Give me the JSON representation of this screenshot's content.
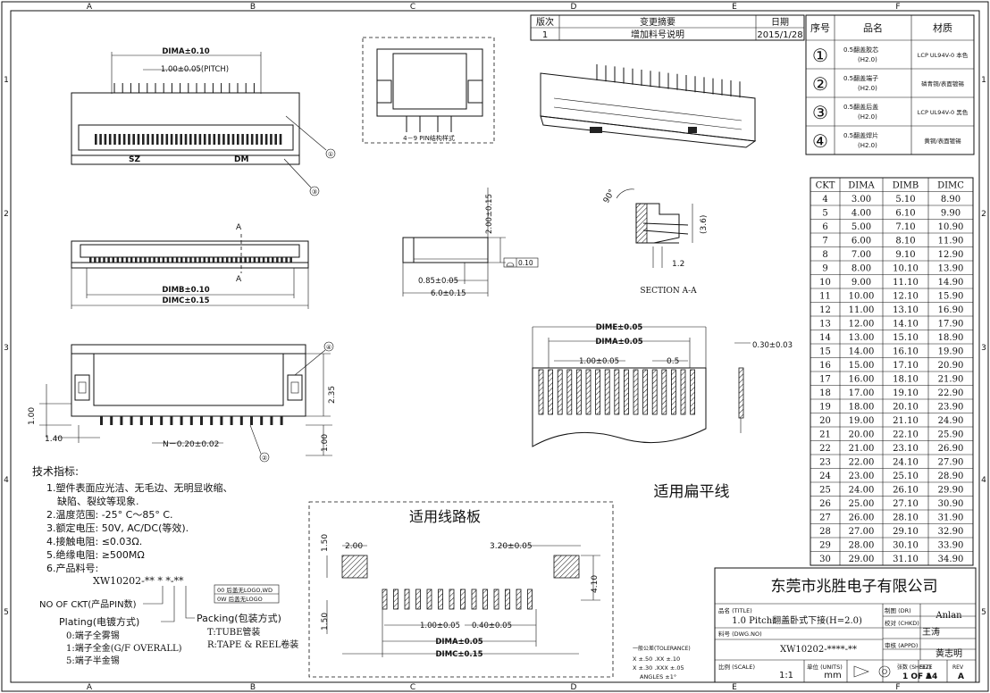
{
  "border": {
    "columns": [
      "A",
      "B",
      "C",
      "D",
      "E",
      "F"
    ],
    "rows": [
      "1",
      "2",
      "3",
      "4",
      "5"
    ]
  },
  "revision_table": {
    "headers": [
      "版次",
      "变更摘要",
      "日期"
    ],
    "rows": [
      [
        "1",
        "增加料号说明",
        "2015/1/28"
      ]
    ]
  },
  "materials": {
    "headers": [
      "序号",
      "品名",
      "材质"
    ],
    "rows": [
      {
        "no": "①",
        "name": "0.5翻盖胶芯",
        "sub": "(H2.0)",
        "material": "LCP UL94V-0 本色"
      },
      {
        "no": "②",
        "name": "0.5翻盖端子",
        "sub": "(H2.0)",
        "material": "磷青铜/表面镀锡"
      },
      {
        "no": "③",
        "name": "0.5翻盖后盖",
        "sub": "(H2.0)",
        "material": "LCP UL94V-0 黑色"
      },
      {
        "no": "④",
        "name": "0.5翻盖焊片",
        "sub": "(H2.0)",
        "material": "黄铜/表面镀锡"
      }
    ]
  },
  "ckt_table": {
    "headers": [
      "CKT",
      "DIMA",
      "DIMB",
      "DIMC"
    ],
    "rows": [
      [
        "4",
        "3.00",
        "5.10",
        "8.90"
      ],
      [
        "5",
        "4.00",
        "6.10",
        "9.90"
      ],
      [
        "6",
        "5.00",
        "7.10",
        "10.90"
      ],
      [
        "7",
        "6.00",
        "8.10",
        "11.90"
      ],
      [
        "8",
        "7.00",
        "9.10",
        "12.90"
      ],
      [
        "9",
        "8.00",
        "10.10",
        "13.90"
      ],
      [
        "10",
        "9.00",
        "11.10",
        "14.90"
      ],
      [
        "11",
        "10.00",
        "12.10",
        "15.90"
      ],
      [
        "12",
        "11.00",
        "13.10",
        "16.90"
      ],
      [
        "13",
        "12.00",
        "14.10",
        "17.90"
      ],
      [
        "14",
        "13.00",
        "15.10",
        "18.90"
      ],
      [
        "15",
        "14.00",
        "16.10",
        "19.90"
      ],
      [
        "16",
        "15.00",
        "17.10",
        "20.90"
      ],
      [
        "17",
        "16.00",
        "18.10",
        "21.90"
      ],
      [
        "18",
        "17.00",
        "19.10",
        "22.90"
      ],
      [
        "19",
        "18.00",
        "20.10",
        "23.90"
      ],
      [
        "20",
        "19.00",
        "21.10",
        "24.90"
      ],
      [
        "21",
        "20.00",
        "22.10",
        "25.90"
      ],
      [
        "22",
        "21.00",
        "23.10",
        "26.90"
      ],
      [
        "23",
        "22.00",
        "24.10",
        "27.90"
      ],
      [
        "24",
        "23.00",
        "25.10",
        "28.90"
      ],
      [
        "25",
        "24.00",
        "26.10",
        "29.90"
      ],
      [
        "26",
        "25.00",
        "27.10",
        "30.90"
      ],
      [
        "27",
        "26.00",
        "28.10",
        "31.90"
      ],
      [
        "28",
        "27.00",
        "29.10",
        "32.90"
      ],
      [
        "29",
        "28.00",
        "30.10",
        "33.90"
      ],
      [
        "30",
        "29.00",
        "31.10",
        "34.90"
      ]
    ]
  },
  "top_view": {
    "dima": "DIMA±0.10",
    "pitch": "1.00±0.05(PITCH)",
    "callout1": "①",
    "callout3": "③",
    "mark_left": "SZ",
    "mark_right": "DM"
  },
  "pin_style_label": "4－9 PIN结构样式",
  "front_view": {
    "section_a": "A",
    "dimb": "DIMB±0.10",
    "dimc": "DIMC±0.15"
  },
  "side_view": {
    "height": "2.00±0.15",
    "flat": "0.10",
    "d1": "0.85±0.05",
    "d2": "6.0±0.15"
  },
  "section": {
    "angle": "90°",
    "h": "(3.6)",
    "w": "1.2",
    "caption": "SECTION A-A"
  },
  "bottom_view": {
    "callout4": "④",
    "callout2": "②",
    "d235": "2.35",
    "d100a": "1.00",
    "d140": "1.40",
    "n": "N－0.20±0.02",
    "d100b": "1.00"
  },
  "fpc": {
    "dime": "DIME±0.05",
    "dima": "DIMA±0.05",
    "pitch": "1.00±0.05",
    "w": "0.5",
    "thick": "0.30±0.03",
    "caption": "适用扁平线"
  },
  "specs": {
    "title": "技术指标:",
    "lines": [
      "1.塑件表面应光洁、无毛边、无明显收缩、",
      "缺陷、裂纹等现象.",
      "2.温度范围: -25° C～85° C.",
      "3.额定电压: 50V, AC/DC(等效).",
      "4.接触电阻: ≤0.03Ω.",
      "5.绝缘电阻: ≥500MΩ",
      "6.产品料号:"
    ],
    "part": "XW10202-** * *-**",
    "box1": "00 后盖无LOGO,WD",
    "box2": "0W 后盖无LOGO",
    "nockt": "NO OF CKT(产品PIN数)",
    "plating": "Plating(电镀方式)",
    "plating_opts": [
      "0:端子全雾锡",
      "1:端子全金(G/F OVERALL)",
      "5:端子半金锡"
    ],
    "packing": "Packing(包装方式)",
    "packing_opts": [
      "T:TUBE管装",
      "R:TAPE & REEL卷装"
    ]
  },
  "pcb": {
    "title": "适用线路板",
    "d200": "2.00",
    "d320": "3.20±0.05",
    "d150a": "1.50",
    "d410": "4.10",
    "d150b": "1.50",
    "pitch": "1.00±0.05",
    "w": "0.40±0.05",
    "dima": "DIMA±0.05",
    "dimc": "DIMC±0.15"
  },
  "title_block": {
    "company": "东莞市兆胜电子有限公司",
    "name_label": "品名 (TITLE)",
    "name": "1.0 Pitch翻盖卧式下接(H=2.0)",
    "pn_label": "料号 (DWG.NO)",
    "pn": "XW10202-****-**",
    "tol_title": "一般公差(TOLERANCE)",
    "tol_lines": [
      "X ±.50  .XX ±.10",
      "X ±.30  .XXX ±.05",
      "ANGLES ±1°"
    ],
    "scale_label": "比例 (SCALE)",
    "scale": "1:1",
    "unit_label": "单位 (UNITS)",
    "unit": "mm",
    "dr_label": "制图 (DR)",
    "dr": "Anlan",
    "chkd_label": "校对 (CHKD)",
    "chkd": "王涛",
    "appd_label": "审核 (APPD)",
    "appd": "黄志明",
    "sheet_label": "张数 (SHEET)",
    "sheet": "1 OF 1",
    "size_label": "SIZE",
    "size": "A4",
    "rev_label": "REV",
    "rev": "A"
  }
}
